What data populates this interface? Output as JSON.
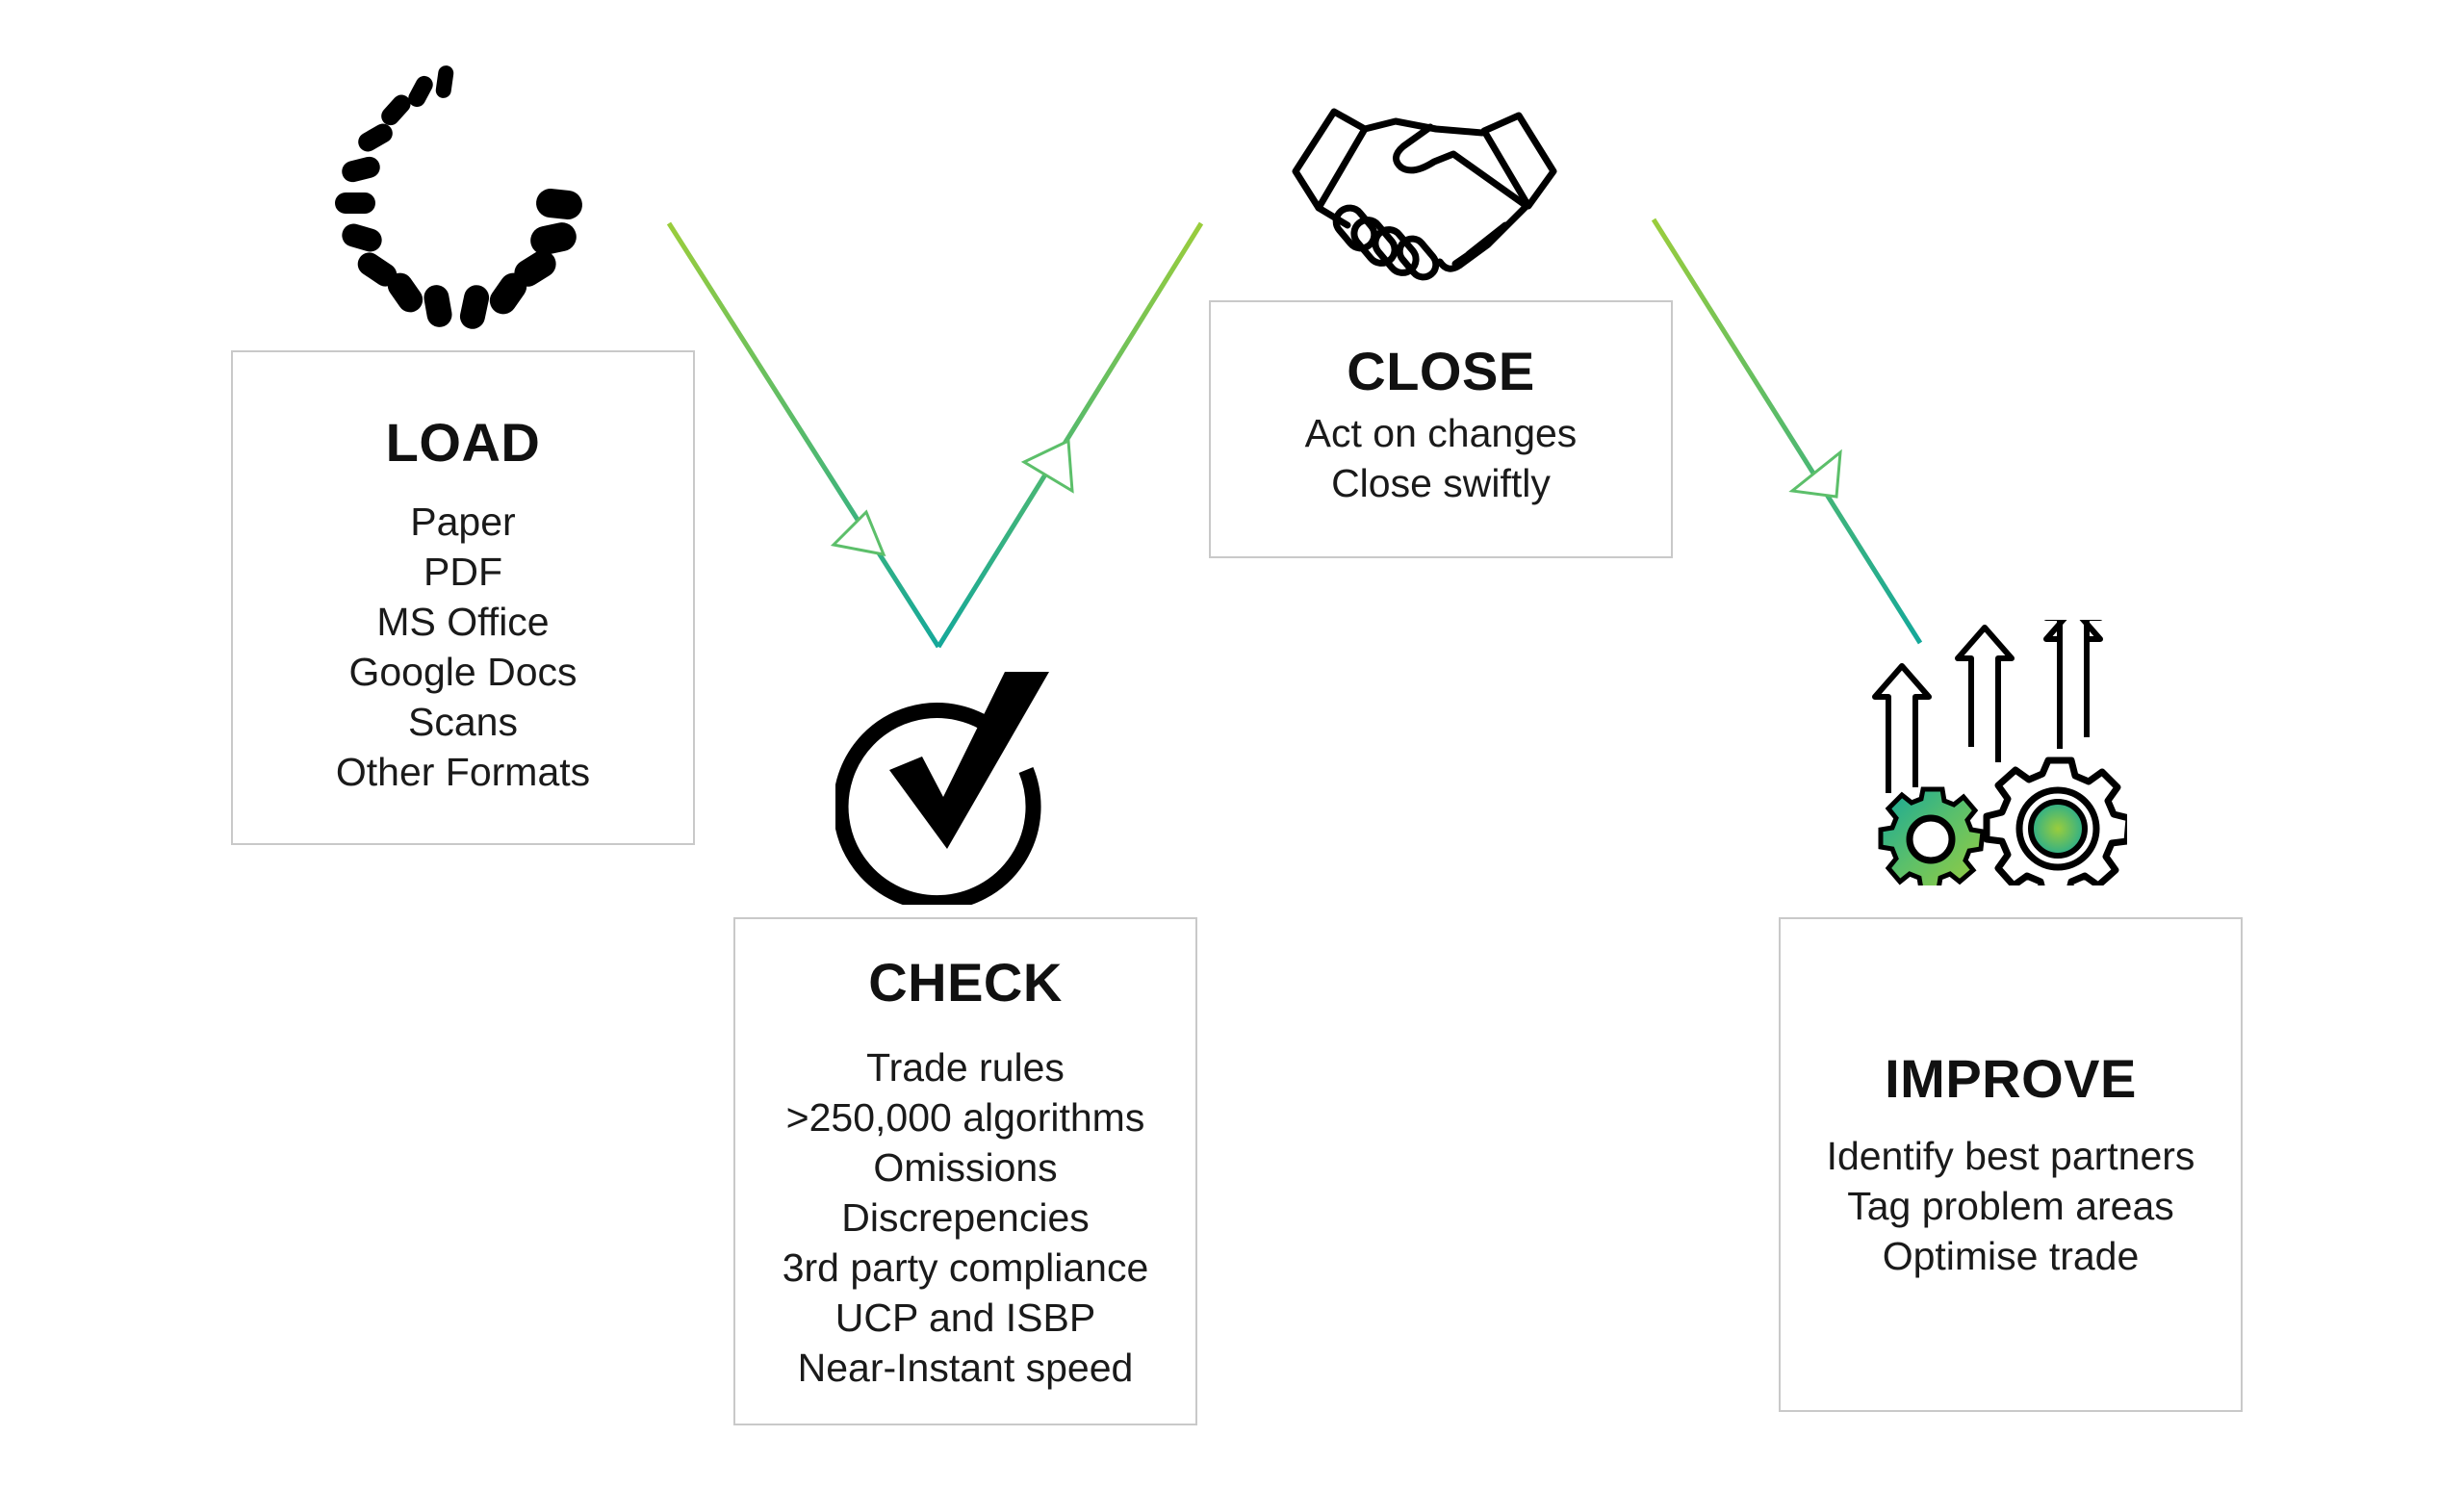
{
  "colors": {
    "arrow_start": "#9acd3c",
    "arrow_end": "#14a89a",
    "box_border": "#c9c9c9",
    "text": "#111111"
  },
  "steps": {
    "load": {
      "title": "LOAD",
      "icon": "loading-spinner-icon",
      "items": [
        "Paper",
        "PDF",
        "MS Office",
        "Google Docs",
        "Scans",
        "Other Formats"
      ]
    },
    "check": {
      "title": "CHECK",
      "icon": "checkmark-circle-icon",
      "items": [
        "Trade rules",
        ">250,000 algorithms",
        "Omissions",
        "Discrepencies",
        "3rd party compliance",
        "UCP and ISBP",
        "Near-Instant speed"
      ]
    },
    "close": {
      "title": "CLOSE",
      "icon": "handshake-icon",
      "items": [
        "Act on changes",
        "Close swiftly"
      ]
    },
    "improve": {
      "title": "IMPROVE",
      "icon": "gears-arrows-up-icon",
      "items": [
        "Identify best partners",
        "Tag problem areas",
        "Optimise trade"
      ]
    }
  }
}
